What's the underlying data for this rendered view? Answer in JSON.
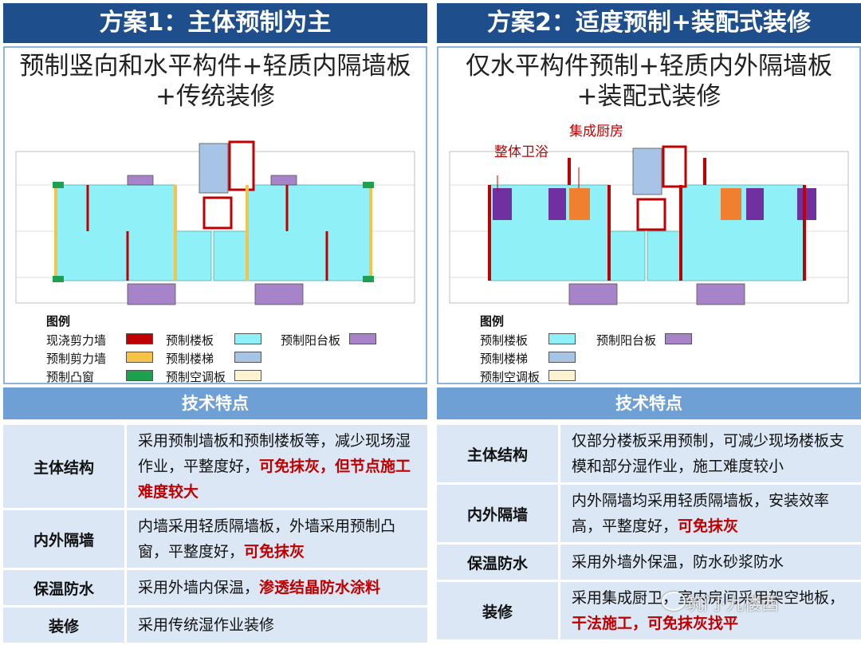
{
  "left": {
    "header": "方案1：主体预制为主",
    "subtitle_line1": "预制竖向和水平构件+轻质内隔墙板",
    "subtitle_line2": "+传统装修",
    "legend": {
      "title": "图例",
      "items": [
        {
          "label": "现浇剪力墙",
          "color": "#c00000"
        },
        {
          "label": "预制剪力墙",
          "color": "#f6c34a"
        },
        {
          "label": "预制凸窗",
          "color": "#1ea04e"
        },
        {
          "label": "预制楼板",
          "color": "#8ff0f7"
        },
        {
          "label": "预制楼梯",
          "color": "#a7c3e6"
        },
        {
          "label": "预制空调板",
          "color": "#fdf3d0"
        },
        {
          "label": "预制阳台板",
          "color": "#a783c9"
        }
      ]
    },
    "tech_header": "技术特点",
    "rows": [
      {
        "label": "主体结构",
        "text": "采用预制墙板和预制楼板等，减少现场湿作业，平整度好，",
        "highlight": "可免抹灰，但节点施工难度较大"
      },
      {
        "label": "内外隔墙",
        "text": "内墙采用轻质隔墙板，外墙采用预制凸窗，平整度好，",
        "highlight": "可免抹灰"
      },
      {
        "label": "保温防水",
        "text": "采用外墙内保温，",
        "highlight": "渗透结晶防水涂料"
      },
      {
        "label": "装修",
        "text": "采用传统湿作业装修",
        "highlight": ""
      }
    ]
  },
  "right": {
    "header": "方案2：适度预制+装配式装修",
    "subtitle_line1": "仅水平构件预制+轻质内外隔墙板",
    "subtitle_line2": "+装配式装修",
    "annotations": {
      "bathroom": "整体卫浴",
      "kitchen": "集成厨房"
    },
    "legend": {
      "title": "图例",
      "items": [
        {
          "label": "预制楼板",
          "color": "#8ff0f7"
        },
        {
          "label": "预制楼梯",
          "color": "#a7c3e6"
        },
        {
          "label": "预制空调板",
          "color": "#fdf3d0"
        },
        {
          "label": "预制阳台板",
          "color": "#a783c9"
        }
      ]
    },
    "tech_header": "技术特点",
    "rows": [
      {
        "label": "主体结构",
        "text": "仅部分楼板采用预制，可减少现场楼板支模和部分湿作业，施工难度较小",
        "highlight": ""
      },
      {
        "label": "内外隔墙",
        "text": "内外隔墙均采用轻质隔墙板，安装效率高，平整度好，",
        "highlight": "可免抹灰"
      },
      {
        "label": "保温防水",
        "text": "采用外墙外保温，防水砂浆防水",
        "highlight": ""
      },
      {
        "label": "装修",
        "text": "采用集成厨卫，室内房间采用架空地板，",
        "highlight": "干法施工，可免抹灰找平"
      }
    ]
  },
  "watermark": "筑门·九楼西"
}
